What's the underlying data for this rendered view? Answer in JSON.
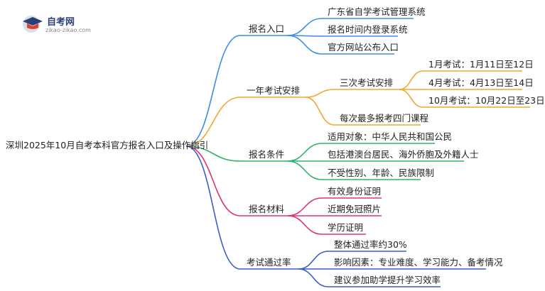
{
  "logo": {
    "title": "自考网",
    "subtitle": "zikao-zikao.com"
  },
  "root": "深圳2025年10月自考本科官方报名入口及操作指引",
  "branches": [
    {
      "id": "b1",
      "label": "报名入口",
      "color": "#3a8ee6",
      "children": [
        {
          "id": "b1c1",
          "label": "广东省自学考试管理系统"
        },
        {
          "id": "b1c2",
          "label": "报名时间内登录系统"
        },
        {
          "id": "b1c3",
          "label": "官方网站公布入口"
        }
      ]
    },
    {
      "id": "b2",
      "label": "一年考试安排",
      "color": "#f0a830",
      "children": [
        {
          "id": "b2c1",
          "label": "三次考试安排",
          "children": [
            {
              "id": "b2c1g1",
              "label": "1月考试：1月11日至12日"
            },
            {
              "id": "b2c1g2",
              "label": "4月考试：4月13日至14日"
            },
            {
              "id": "b2c1g3",
              "label": "10月考试：10月22日至23日"
            }
          ]
        },
        {
          "id": "b2c2",
          "label": "每次最多报考四门课程"
        }
      ]
    },
    {
      "id": "b3",
      "label": "报名条件",
      "color": "#2db36a",
      "children": [
        {
          "id": "b3c1",
          "label": "适用对象：中华人民共和国公民"
        },
        {
          "id": "b3c2",
          "label": "包括港澳台居民、海外侨胞及外籍人士"
        },
        {
          "id": "b3c3",
          "label": "不受性别、年龄、民族限制"
        }
      ]
    },
    {
      "id": "b4",
      "label": "报名材料",
      "color": "#e0307a",
      "children": [
        {
          "id": "b4c1",
          "label": "有效身份证明"
        },
        {
          "id": "b4c2",
          "label": "近期免冠照片"
        },
        {
          "id": "b4c3",
          "label": "学历证明"
        }
      ]
    },
    {
      "id": "b5",
      "label": "考试通过率",
      "color": "#3a5ccc",
      "children": [
        {
          "id": "b5c1",
          "label": "整体通过率约30%"
        },
        {
          "id": "b5c2",
          "label": "影响因素：专业难度、学习能力、备考情况"
        },
        {
          "id": "b5c3",
          "label": "建议参加助学提升学习效率"
        }
      ]
    }
  ]
}
